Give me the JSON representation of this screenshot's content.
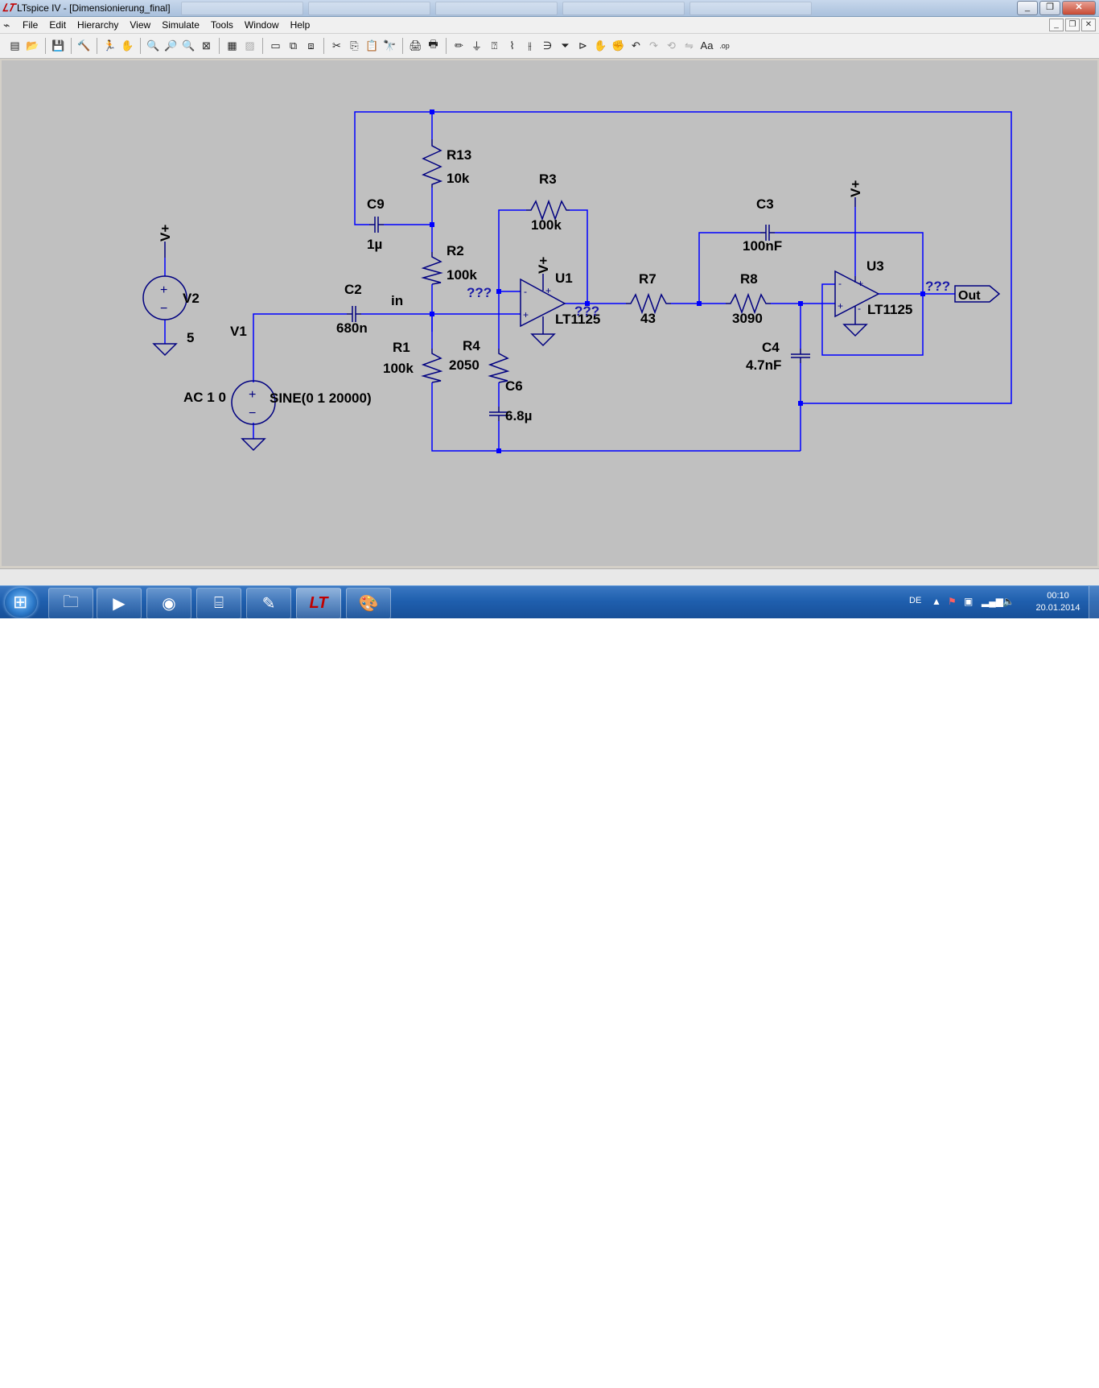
{
  "window": {
    "title": "LTspice IV - [Dimensionierung_final]",
    "app_icon": "ltspice-logo-icon",
    "controls": [
      "_",
      "❐",
      "✕"
    ]
  },
  "menubar": {
    "items": [
      "File",
      "Edit",
      "Hierarchy",
      "View",
      "Simulate",
      "Tools",
      "Window",
      "Help"
    ],
    "mdi_controls": [
      "_",
      "❐",
      "✕"
    ]
  },
  "toolbar": {
    "groups": [
      [
        {
          "icon": "new-schematic-icon",
          "glyph": "▤"
        },
        {
          "icon": "open-icon",
          "glyph": "📂"
        }
      ],
      [
        {
          "icon": "save-icon",
          "glyph": "💾"
        }
      ],
      [
        {
          "icon": "control-panel-icon",
          "glyph": "🔨"
        }
      ],
      [
        {
          "icon": "run-icon",
          "glyph": "🏃"
        },
        {
          "icon": "halt-icon",
          "glyph": "✋",
          "dim": true
        }
      ],
      [
        {
          "icon": "zoom-in-icon",
          "glyph": "🔍"
        },
        {
          "icon": "zoom-pan-icon",
          "glyph": "🔎",
          "dim": true
        },
        {
          "icon": "zoom-out-icon",
          "glyph": "🔍"
        },
        {
          "icon": "zoom-fit-icon",
          "glyph": "⊠"
        }
      ],
      [
        {
          "icon": "autoscale-icon",
          "glyph": "▦"
        },
        {
          "icon": "delete-trace-icon",
          "glyph": "▨",
          "dim": true
        }
      ],
      [
        {
          "icon": "tile-horizontal-icon",
          "glyph": "▭"
        },
        {
          "icon": "cascade-icon",
          "glyph": "⧉"
        },
        {
          "icon": "tile-vertical-icon",
          "glyph": "⧈"
        }
      ],
      [
        {
          "icon": "cut-icon",
          "glyph": "✂"
        },
        {
          "icon": "copy-icon",
          "glyph": "⎘"
        },
        {
          "icon": "paste-icon",
          "glyph": "📋"
        },
        {
          "icon": "find-icon",
          "glyph": "🔭"
        }
      ],
      [
        {
          "icon": "print-setup-icon",
          "glyph": "🖨"
        },
        {
          "icon": "print-icon",
          "glyph": "🖶"
        }
      ],
      [
        {
          "icon": "draw-wire-icon",
          "glyph": "✏"
        },
        {
          "icon": "ground-icon",
          "glyph": "⏚"
        },
        {
          "icon": "label-net-icon",
          "glyph": "⍰"
        },
        {
          "icon": "resistor-icon",
          "glyph": "⌇"
        },
        {
          "icon": "capacitor-icon",
          "glyph": "⫲"
        },
        {
          "icon": "inductor-icon",
          "glyph": "∋"
        },
        {
          "icon": "diode-icon",
          "glyph": "⏷"
        },
        {
          "icon": "component-icon",
          "glyph": "⊳"
        },
        {
          "icon": "move-icon",
          "glyph": "✋"
        },
        {
          "icon": "drag-icon",
          "glyph": "✊"
        },
        {
          "icon": "undo-icon",
          "glyph": "↶"
        },
        {
          "icon": "redo-icon",
          "glyph": "↷",
          "dim": true
        },
        {
          "icon": "rotate-icon",
          "glyph": "⟲",
          "dim": true
        },
        {
          "icon": "mirror-icon",
          "glyph": "⇋",
          "dim": true
        },
        {
          "icon": "text-icon",
          "glyph": "Aa"
        },
        {
          "icon": "spice-directive-icon",
          "glyph": ".op"
        }
      ]
    ]
  },
  "schematic": {
    "background": "#c0c0c0",
    "wire_color": "#0000ff",
    "component_color": "#000080",
    "label_color": "#000000",
    "unknown_color": "#1a1aa8",
    "labels": {
      "r13": "R13",
      "r13_val": "10k",
      "c9": "C9",
      "c9_val": "1µ",
      "r2": "R2",
      "r2_val": "100k",
      "r3": "R3",
      "r3_val": "100k",
      "c3": "C3",
      "c3_val": "100nF",
      "vplus_u3": "V+",
      "u3": "U3",
      "u3_model": "LT1125",
      "vplus_v2": "V+",
      "v2": "V2",
      "v2_val": "5",
      "v1": "V1",
      "v1_ac": "AC 1 0",
      "v1_sine": "SINE(0 1 20000)",
      "c2": "C2",
      "c2_val": "680n",
      "net_in": "in",
      "vplus_u1": "V+",
      "u1": "U1",
      "u1_model": "LT1125",
      "unknown_u1_in": "???",
      "unknown_u1_out": "???",
      "unknown_u3_out": "???",
      "r7": "R7",
      "r7_val": "43",
      "r8": "R8",
      "r8_val": "3090",
      "r1": "R1",
      "r1_val": "100k",
      "r4": "R4",
      "r4_val": "2050",
      "c6": "C6",
      "c6_val": "6.8µ",
      "c4": "C4",
      "c4_val": "4.7nF",
      "out": "Out",
      "opamp_minus": "-",
      "opamp_plus": "+",
      "src_plus": "+",
      "src_minus": "−"
    }
  },
  "taskbar": {
    "apps": [
      {
        "name": "explorer-icon",
        "glyph": "🗀"
      },
      {
        "name": "media-player-icon",
        "glyph": "▶"
      },
      {
        "name": "chrome-icon",
        "glyph": "◉"
      },
      {
        "name": "schematic-app-icon",
        "glyph": "⌸"
      },
      {
        "name": "editor-app-icon",
        "glyph": "✎"
      },
      {
        "name": "ltspice-app-icon",
        "glyph": "LT"
      },
      {
        "name": "paint-app-icon",
        "glyph": "🎨"
      }
    ],
    "language": "DE",
    "time": "00:10",
    "date": "20.01.2014"
  }
}
